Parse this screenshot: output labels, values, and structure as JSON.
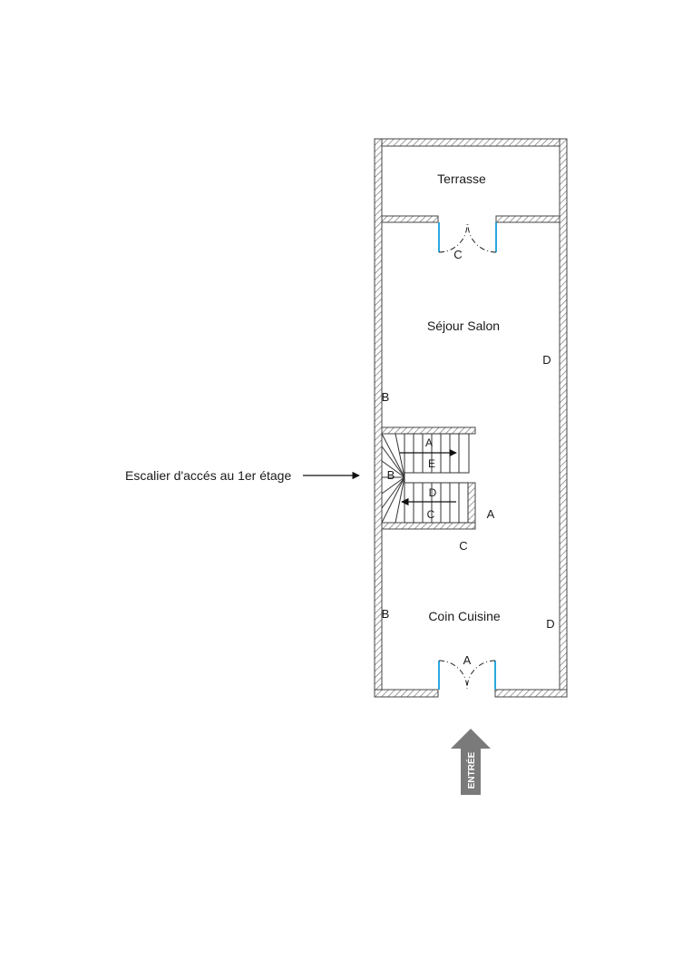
{
  "rooms": {
    "terrasse": "Terrasse",
    "sejour": "Séjour Salon",
    "cuisine": "Coin Cuisine"
  },
  "annotation": {
    "stairs": "Escalier d'accés au 1er étage"
  },
  "entrance": {
    "label": "ENTRÉE"
  },
  "wall_labels": {
    "terrasse_door": "C",
    "sejour_right": "D",
    "sejour_left": "B",
    "stair_left": "B",
    "stair_top_a": "A",
    "stair_top_e": "E",
    "stair_bottom_d": "D",
    "stair_bottom_c": "C",
    "stair_right_a": "A",
    "stair_below_c": "C",
    "cuisine_left": "B",
    "cuisine_right": "D",
    "entry_door": "A"
  },
  "colors": {
    "wall": "#555555",
    "door_jamb": "#29a8e0",
    "entrance_arrow": "#7a7a7a"
  }
}
